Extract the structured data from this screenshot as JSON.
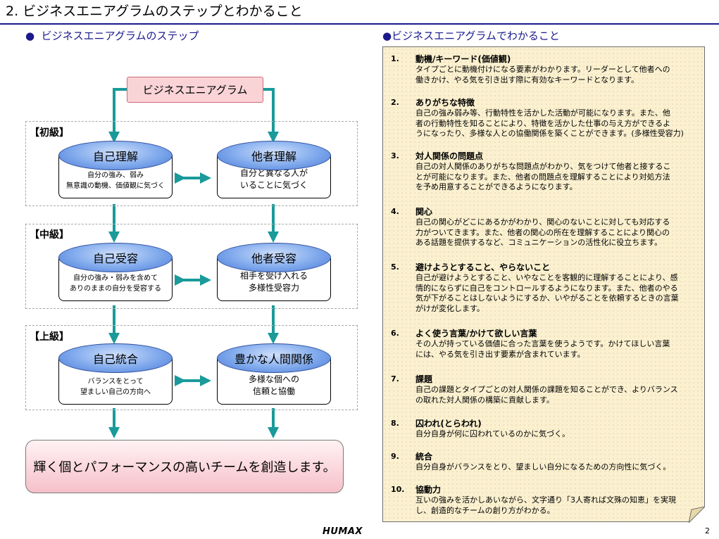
{
  "header": {
    "title": "2.  ビジネスエニアグラムのステップとわかること"
  },
  "left": {
    "section_title": "ビジネスエニアグラムのステップ",
    "bullet": "●",
    "start_box": "ビジネスエニアグラム",
    "levels": [
      {
        "label": "【初級】",
        "left": {
          "title": "自己理解",
          "desc": "自分の強み、弱み\n無意識の動機、価値観に気づく"
        },
        "right": {
          "title": "他者理解",
          "desc": "自分と異なる人が\nいることに気づく"
        }
      },
      {
        "label": "【中級】",
        "left": {
          "title": "自己受容",
          "desc": "自分の強み・弱みを含めて\nありのままの自分を受容する"
        },
        "right": {
          "title": "他者受容",
          "desc": "相手を受け入れる\n多様性受容力"
        }
      },
      {
        "label": "【上級】",
        "left": {
          "title": "自己統合",
          "desc": "バランスをとって\n望ましい自己の方向へ"
        },
        "right": {
          "title": "豊かな人間関係",
          "desc": "多様な個への\n信頼と協働"
        }
      }
    ],
    "result": "輝く個とパフォーマンスの高いチームを創造します。",
    "colors": {
      "arrow": "#1a9a9a",
      "accent": "#1a1a8c",
      "pink": "#f9d3d6"
    }
  },
  "right": {
    "section_title": "●ビジネスエニアグラムでわかること",
    "items": [
      {
        "num": "1.",
        "title": "動機/キーワード(価値観)",
        "desc": "タイプごとに動機付けになる要素がわかります。リーダーとして他者への\n働きかけ、やる気を引き出す際に有効なキーワードとなります。"
      },
      {
        "num": "2.",
        "title": "ありがちな特徴",
        "desc": "自己の強み弱み等、行動特性を活かした活動が可能になります。また、他\n者の行動特性を知ることにより、特徴を活かした仕事の与え方ができるよ\nうになったり、多様な人との協働関係を築くことができます。(多様性受容力)"
      },
      {
        "num": "3.",
        "title": "対人関係の問題点",
        "desc": "自己の対人関係のありがちな問題点がわかり、気をつけて他者と接するこ\nとが可能になります。また、他者の問題点を理解することにより対処方法\nを予め用意することができるようになります。"
      },
      {
        "num": "4.",
        "title": "関心",
        "desc": "自己の関心がどこにあるかがわかり、関心のないことに対しても対応する\n力がついてきます。また、他者の関心の所在を理解することにより関心の\nある話題を提供するなど、コミュニケーションの活性化に役立ちます。"
      },
      {
        "num": "5.",
        "title": "避けようとすること、やらないこと",
        "desc": "自己が避けようとすること、いやなことを客観的に理解することにより、感\n情的にならずに自己をコントロールするようになります。また、他者のやる\n気が下がることはしないようにするか、いやがることを依頼するときの言葉\nがけが変化します。"
      },
      {
        "num": "6.",
        "title": "よく使う言葉/かけて欲しい言葉",
        "desc": "その人が持っている価値に合った言葉を使うようです。かけてほしい言葉\nには、やる気を引き出す要素が含まれています。"
      },
      {
        "num": "7.",
        "title": "課題",
        "desc": "自己の課題とタイプごとの対人関係の課題を知ることができ、よりバランス\nの取れた対人関係の構築に貢献します。"
      },
      {
        "num": "8.",
        "title": "囚われ(とらわれ)",
        "desc": "自分自身が何に囚われているのかに気づく。"
      },
      {
        "num": "9.",
        "title": "統合",
        "desc": "自分自身がバランスをとり、望ましい自分になるための方向性に気づく。"
      },
      {
        "num": "10.",
        "title": "協動力",
        "desc": "互いの強みを活かしあいながら、文字通り「3人寄れば文殊の知恵」を実現\nし、創造的なチームの創り方がわかる。"
      }
    ]
  },
  "footer": {
    "logo": "HUMAX",
    "page": "2"
  }
}
